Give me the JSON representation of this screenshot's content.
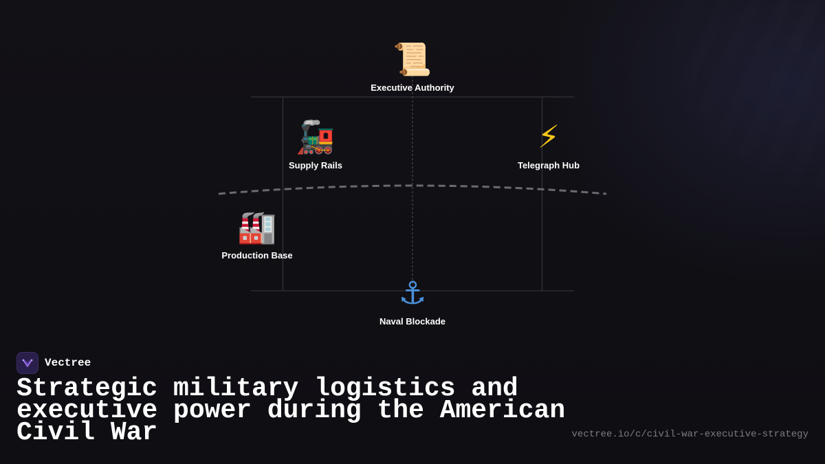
{
  "diagram": {
    "nodes": [
      {
        "id": "executive",
        "icon": "scroll-icon",
        "glyph": "📜",
        "label": "Executive Authority"
      },
      {
        "id": "rails",
        "icon": "locomotive-icon",
        "glyph": "🚂",
        "label": "Supply Rails"
      },
      {
        "id": "telegraph",
        "icon": "lightning-icon",
        "glyph": "⚡",
        "label": "Telegraph Hub"
      },
      {
        "id": "production",
        "icon": "factory-icon",
        "glyph": "🏭",
        "label": "Production Base"
      },
      {
        "id": "naval",
        "icon": "anchor-icon",
        "glyph": "⚓",
        "label": "Naval Blockade"
      }
    ]
  },
  "footer": {
    "brand": "Vectree",
    "headline": "Strategic military logistics and executive power during the American Civil War",
    "url": "vectree.io/c/civil-war-executive-strategy"
  },
  "colors": {
    "background": "#111015",
    "accent": "#8b5cf6",
    "line": "#3a3a40"
  }
}
